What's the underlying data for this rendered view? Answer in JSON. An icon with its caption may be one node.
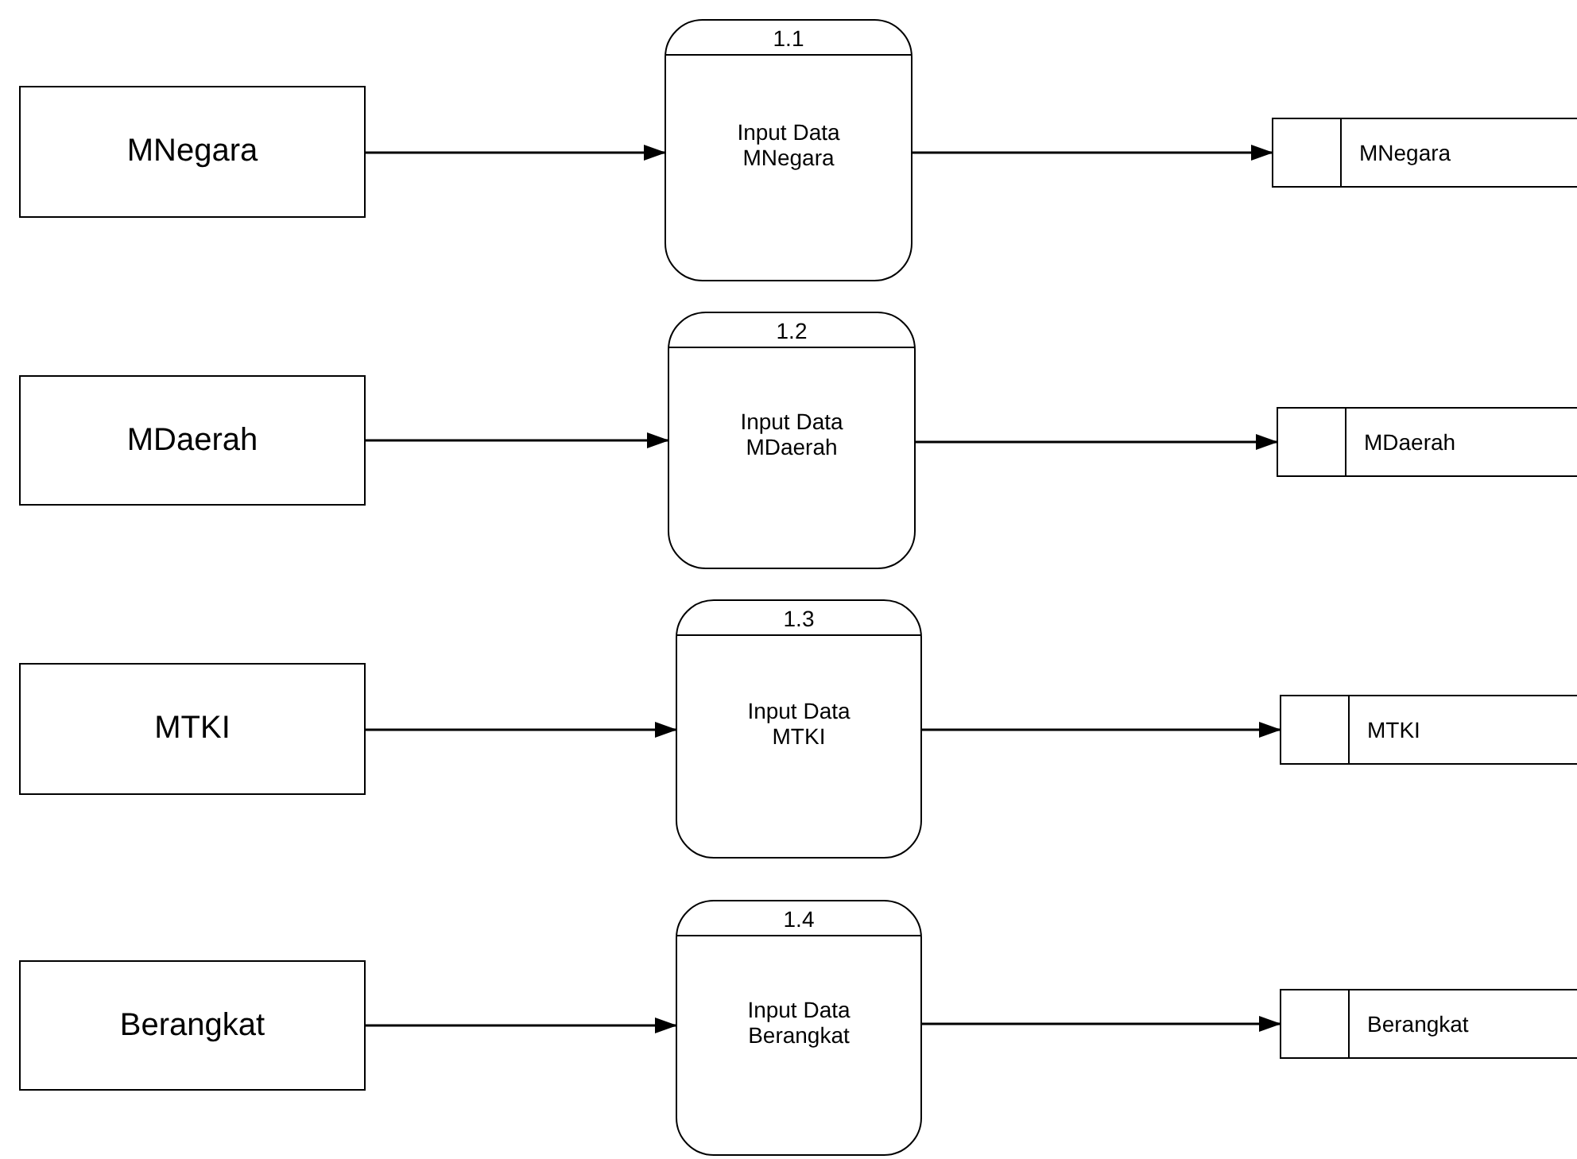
{
  "diagram": {
    "nodes": [
      {
        "text": [
          "MNegara"
        ]
      },
      {
        "text": [
          "1.1",
          "Input Data MNegara"
        ]
      },
      {
        "text": [
          "MNegara"
        ]
      },
      {
        "text": [
          "MDaerah"
        ]
      },
      {
        "text": [
          "1.2",
          "Input Data MDaerah"
        ]
      },
      {
        "text": [
          "MDaerah"
        ]
      },
      {
        "text": [
          "MTKI"
        ]
      },
      {
        "text": [
          "1.3",
          "Input Data MTKI"
        ]
      },
      {
        "text": [
          "MTKI"
        ]
      },
      {
        "text": [
          "Berangkat"
        ]
      },
      {
        "text": [
          "1.4",
          "Input Data Berangkat"
        ]
      },
      {
        "text": [
          "Berangkat"
        ]
      }
    ],
    "edges": [
      {
        "from": 0,
        "to": 1,
        "arrow": "to"
      },
      {
        "from": 1,
        "to": 2,
        "arrow": "to"
      },
      {
        "from": 3,
        "to": 4,
        "arrow": "to"
      },
      {
        "from": 4,
        "to": 5,
        "arrow": "to"
      },
      {
        "from": 6,
        "to": 7,
        "arrow": "to"
      },
      {
        "from": 7,
        "to": 8,
        "arrow": "to"
      },
      {
        "from": 9,
        "to": 10,
        "arrow": "to"
      },
      {
        "from": 10,
        "to": 11,
        "arrow": "to"
      }
    ]
  }
}
